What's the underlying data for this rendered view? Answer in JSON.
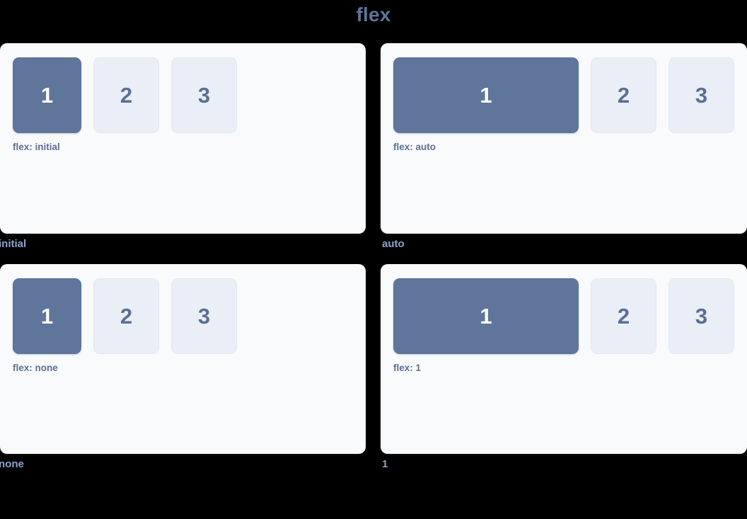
{
  "title": "flex",
  "theme": {
    "background": "#000000",
    "panel_bg": "#f9fafc",
    "primary_box": "#5f7599",
    "secondary_box": "#e9eef7",
    "primary_text": "#ffffff",
    "secondary_text": "#5a7093",
    "label_text": "#5a7093",
    "caption_text": "#8ca4c9",
    "title_text": "#5f7396"
  },
  "panels": [
    {
      "id": "initial",
      "caption": "initial",
      "flex_label": "flex: initial",
      "boxes": [
        {
          "text": "1",
          "style": "primary"
        },
        {
          "text": "2",
          "style": "secondary"
        },
        {
          "text": "3",
          "style": "secondary"
        }
      ]
    },
    {
      "id": "auto",
      "caption": "auto",
      "flex_label": "flex: auto",
      "boxes": [
        {
          "text": "1",
          "style": "primary"
        },
        {
          "text": "2",
          "style": "secondary"
        },
        {
          "text": "3",
          "style": "secondary"
        }
      ]
    },
    {
      "id": "none",
      "caption": "none",
      "flex_label": "flex: none",
      "boxes": [
        {
          "text": "1",
          "style": "primary"
        },
        {
          "text": "2",
          "style": "secondary"
        },
        {
          "text": "3",
          "style": "secondary"
        }
      ]
    },
    {
      "id": "one",
      "caption": "1",
      "flex_label": "flex: 1",
      "boxes": [
        {
          "text": "1",
          "style": "primary"
        },
        {
          "text": "2",
          "style": "secondary"
        },
        {
          "text": "3",
          "style": "secondary"
        }
      ]
    }
  ]
}
